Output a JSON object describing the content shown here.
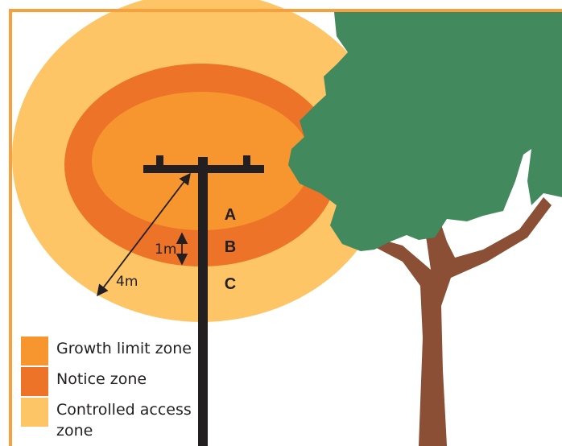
{
  "colors": {
    "border": "#f7a03f",
    "growth_limit_zone": "#f7962f",
    "notice_zone": "#ec7327",
    "controlled_access_zone": "#fdc566",
    "tree_canopy": "#428a5e",
    "tree_trunk": "#8a4f35",
    "pole": "#231f20"
  },
  "zone_labels": {
    "a": "A",
    "b": "B",
    "c": "C"
  },
  "measurements": {
    "notice_width": "1m",
    "controlled_access_radius": "4m"
  },
  "legend": {
    "items": [
      {
        "key": "growth_limit_zone",
        "label": "Growth limit zone"
      },
      {
        "key": "notice_zone",
        "label": "Notice zone"
      },
      {
        "key": "controlled_access_zone",
        "label": "Controlled access zone"
      }
    ]
  }
}
